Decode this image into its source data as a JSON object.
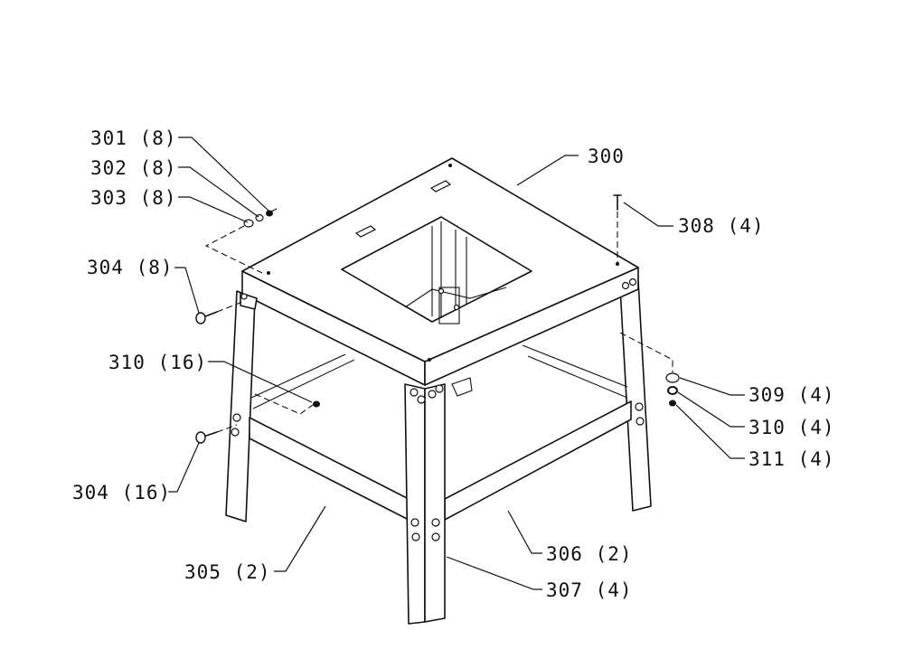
{
  "diagram": {
    "labels": {
      "p301": "301 (8)",
      "p302": "302 (8)",
      "p303": "303 (8)",
      "p304a": "304 (8)",
      "p310a": "310 (16)",
      "p304b": "304 (16)",
      "p300": "300",
      "p308": "308 (4)",
      "p309": "309 (4)",
      "p310b": "310 (4)",
      "p311": "311 (4)",
      "p305": "305 (2)",
      "p306": "306 (2)",
      "p307": "307 (4)"
    },
    "colors": {
      "line": "#111111",
      "background": "#ffffff"
    }
  }
}
